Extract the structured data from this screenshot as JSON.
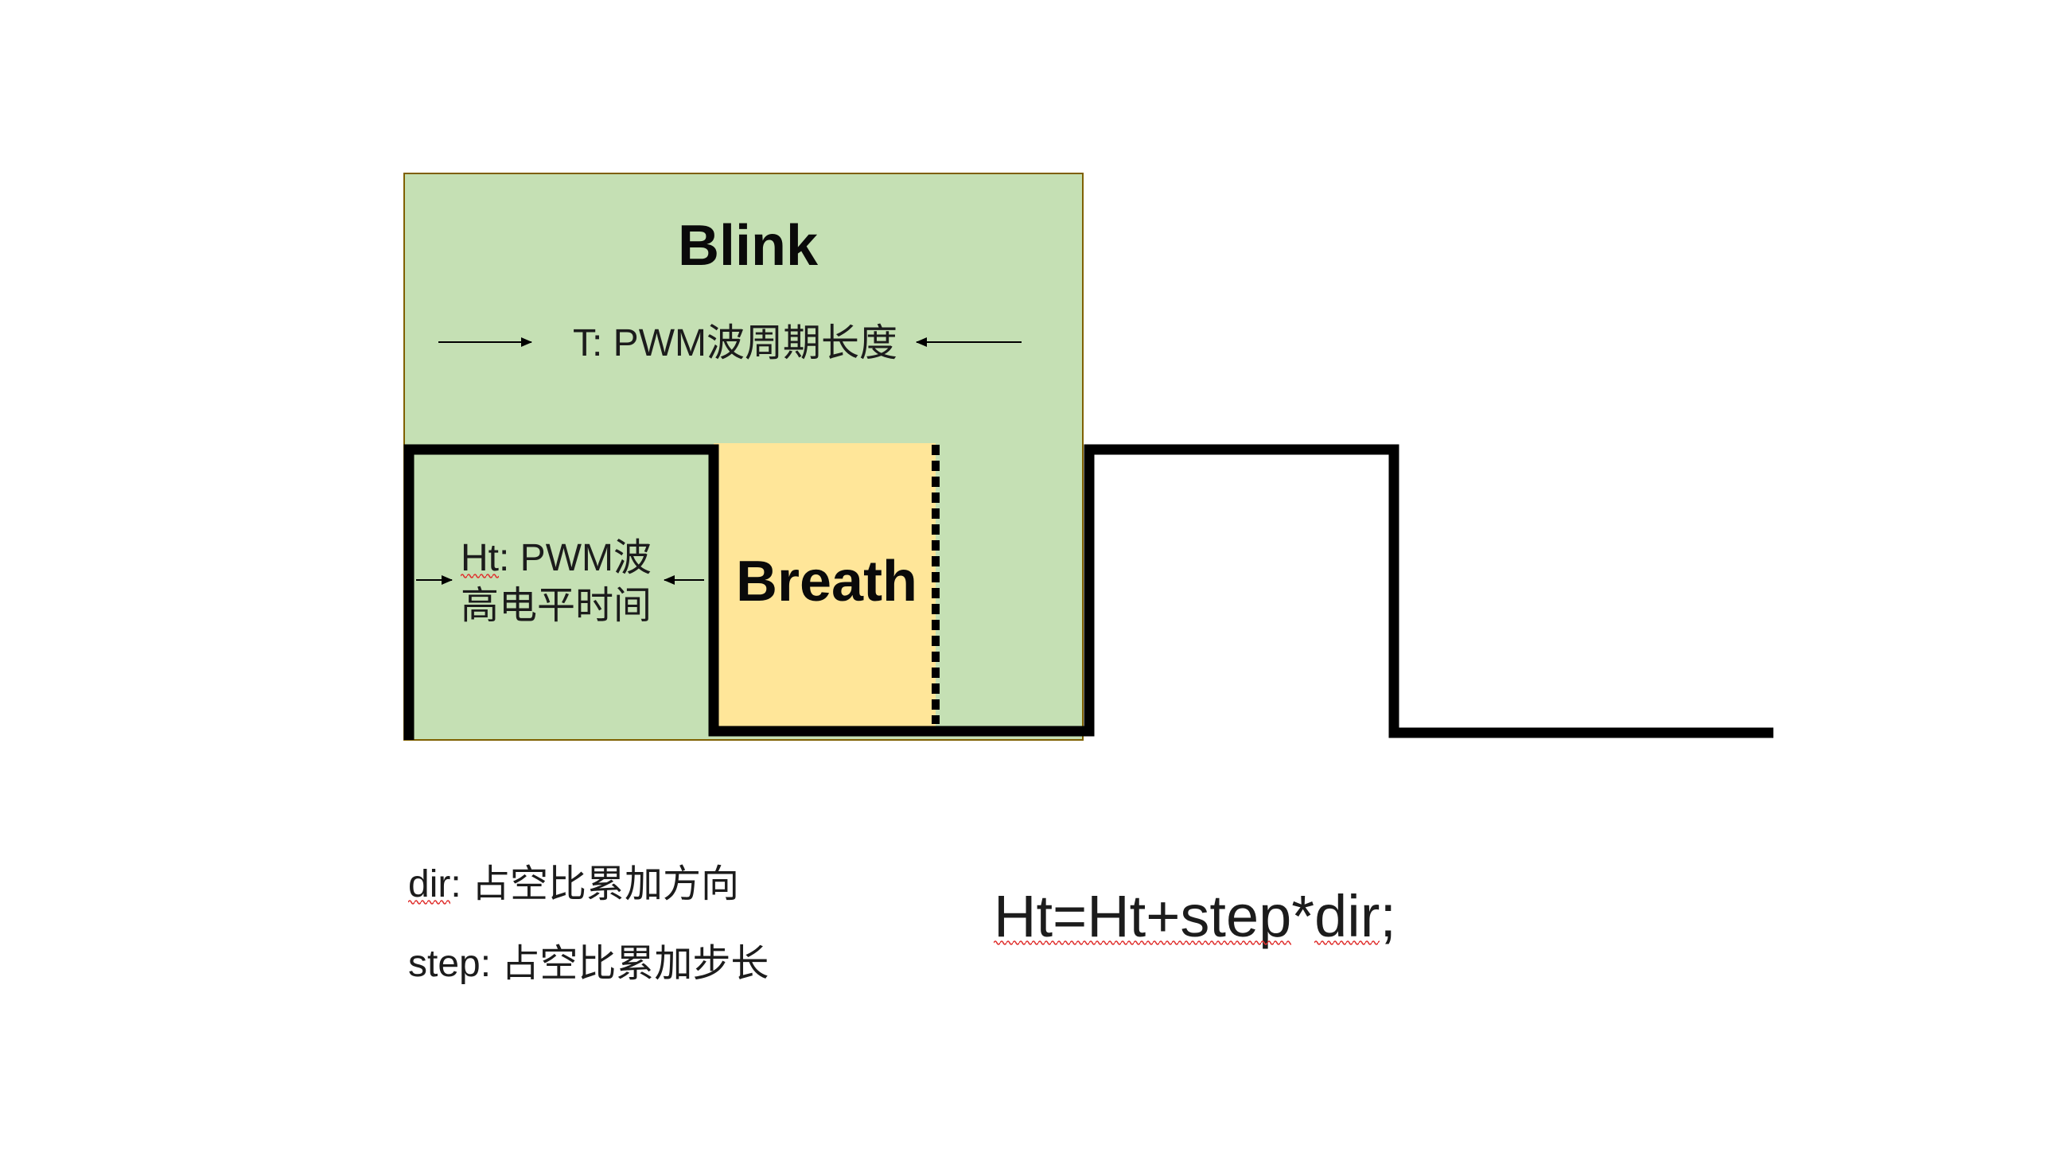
{
  "slide": {
    "blink_label": "Blink",
    "period_label": "T: PWM波周期长度",
    "high_time_label": {
      "line1": "Ht: PWM波",
      "line2": "高电平时间"
    },
    "breath_label": "Breath",
    "notes": {
      "dir": "dir: 占空比累加方向",
      "step": "step: 占空比累加步长"
    },
    "formula": "Ht=Ht+step*dir;"
  },
  "colors": {
    "blink_fill": "#c5e0b4",
    "blink_outline": "#7f6000",
    "breath_fill": "#ffe699",
    "wave_line": "#000000",
    "arrow": "#000000",
    "spellcheck": "#e0312f"
  }
}
